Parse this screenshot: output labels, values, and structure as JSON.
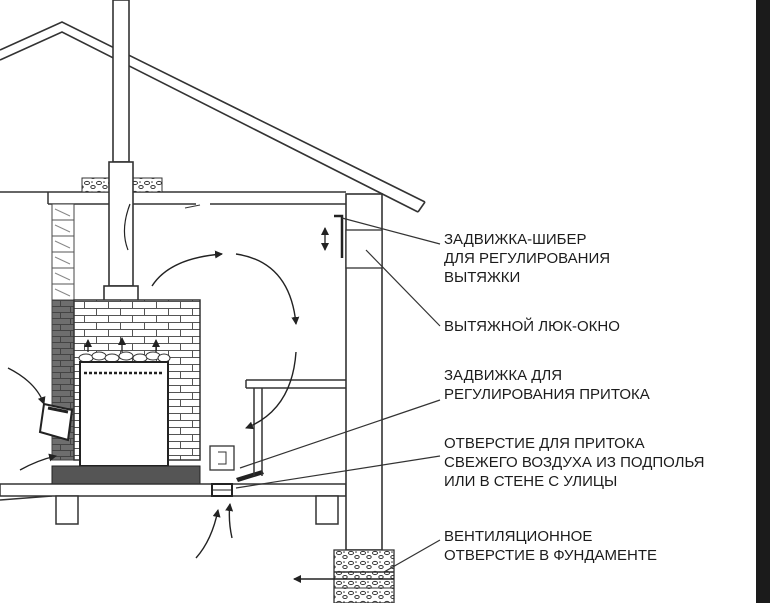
{
  "labels": {
    "damper_exhaust": [
      "ЗАДВИЖКА-ШИБЕР",
      "ДЛЯ РЕГУЛИРОВАНИЯ",
      "ВЫТЯЖКИ"
    ],
    "exhaust_hatch": [
      "ВЫТЯЖНОЙ ЛЮК-ОКНО"
    ],
    "damper_intake": [
      "ЗАДВИЖКА ДЛЯ",
      "РЕГУЛИРОВАНИЯ ПРИТОКА"
    ],
    "intake_opening": [
      "ОТВЕРСТИЕ ДЛЯ ПРИТОКА",
      "СВЕЖЕГО ВОЗДУХА ИЗ ПОДПОЛЬЯ",
      "ИЛИ В СТЕНЕ С УЛИЦЫ"
    ],
    "foundation_vent": [
      "ВЕНТИЛЯЦИОННОЕ",
      "ОТВЕРСТИЕ В ФУНДАМЕНТЕ"
    ]
  }
}
